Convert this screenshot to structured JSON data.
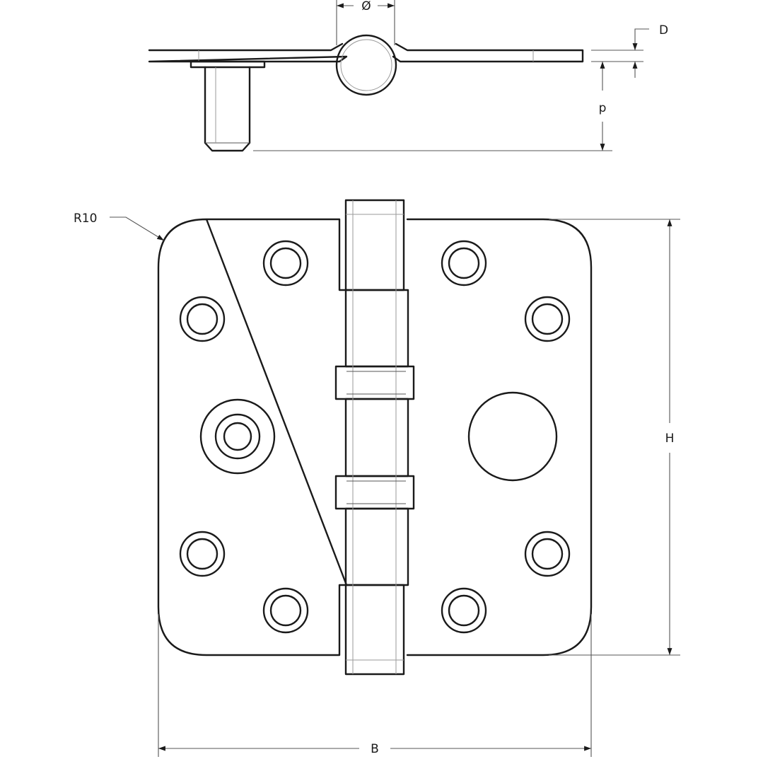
{
  "labels": {
    "diameter": "Ø",
    "thickness": "D",
    "pin_length": "p",
    "corner_radius": "R10",
    "height": "H",
    "width": "B"
  },
  "colors": {
    "line": "#1a1a1a",
    "background": "#ffffff"
  }
}
